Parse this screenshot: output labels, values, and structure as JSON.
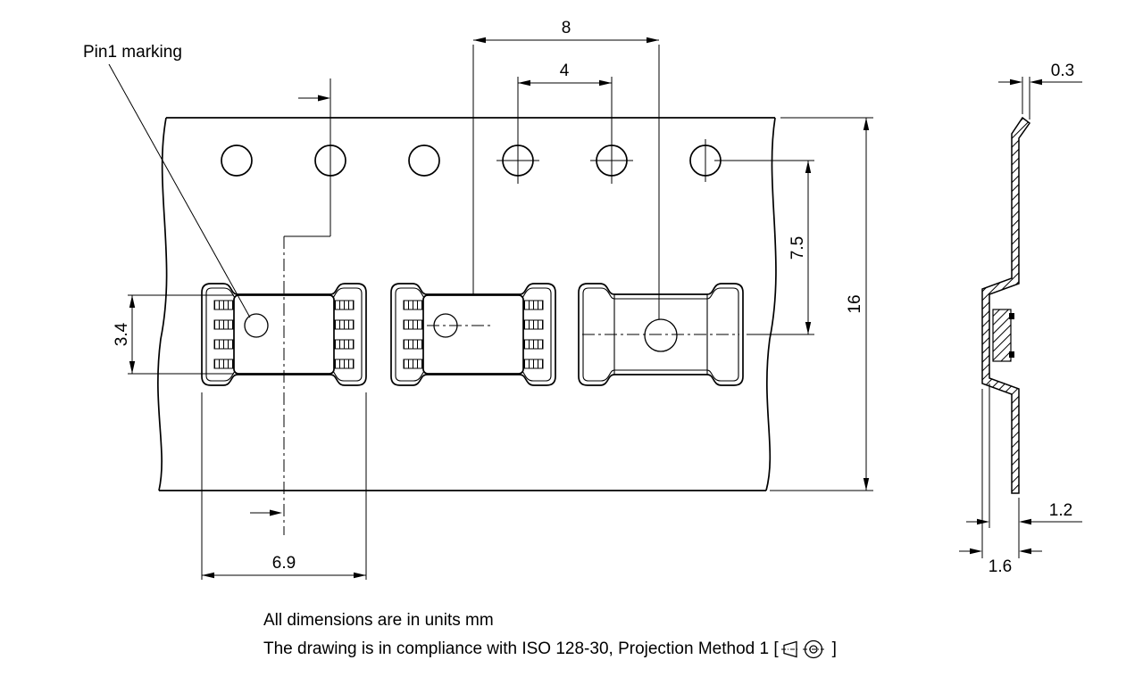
{
  "drawing": {
    "labels": {
      "pin1_marking": "Pin1 marking"
    },
    "dimensions": {
      "pocket_pitch": "8",
      "sprocket_hole_pitch": "4",
      "hole_to_pocket_center": "7.5",
      "tape_width": "16",
      "component_length": "3.4",
      "pocket_width": "6.9",
      "tape_thickness": "0.3",
      "pocket_inner_depth": "1.2",
      "pocket_overall_depth": "1.6"
    },
    "notes": {
      "units_note": "All dimensions are in units mm",
      "compliance_note_prefix": "The drawing is in compliance with ISO 128-30, Projection Method 1 [",
      "compliance_note_suffix": "]"
    },
    "colors": {
      "line": "#000000",
      "background": "#ffffff"
    }
  }
}
